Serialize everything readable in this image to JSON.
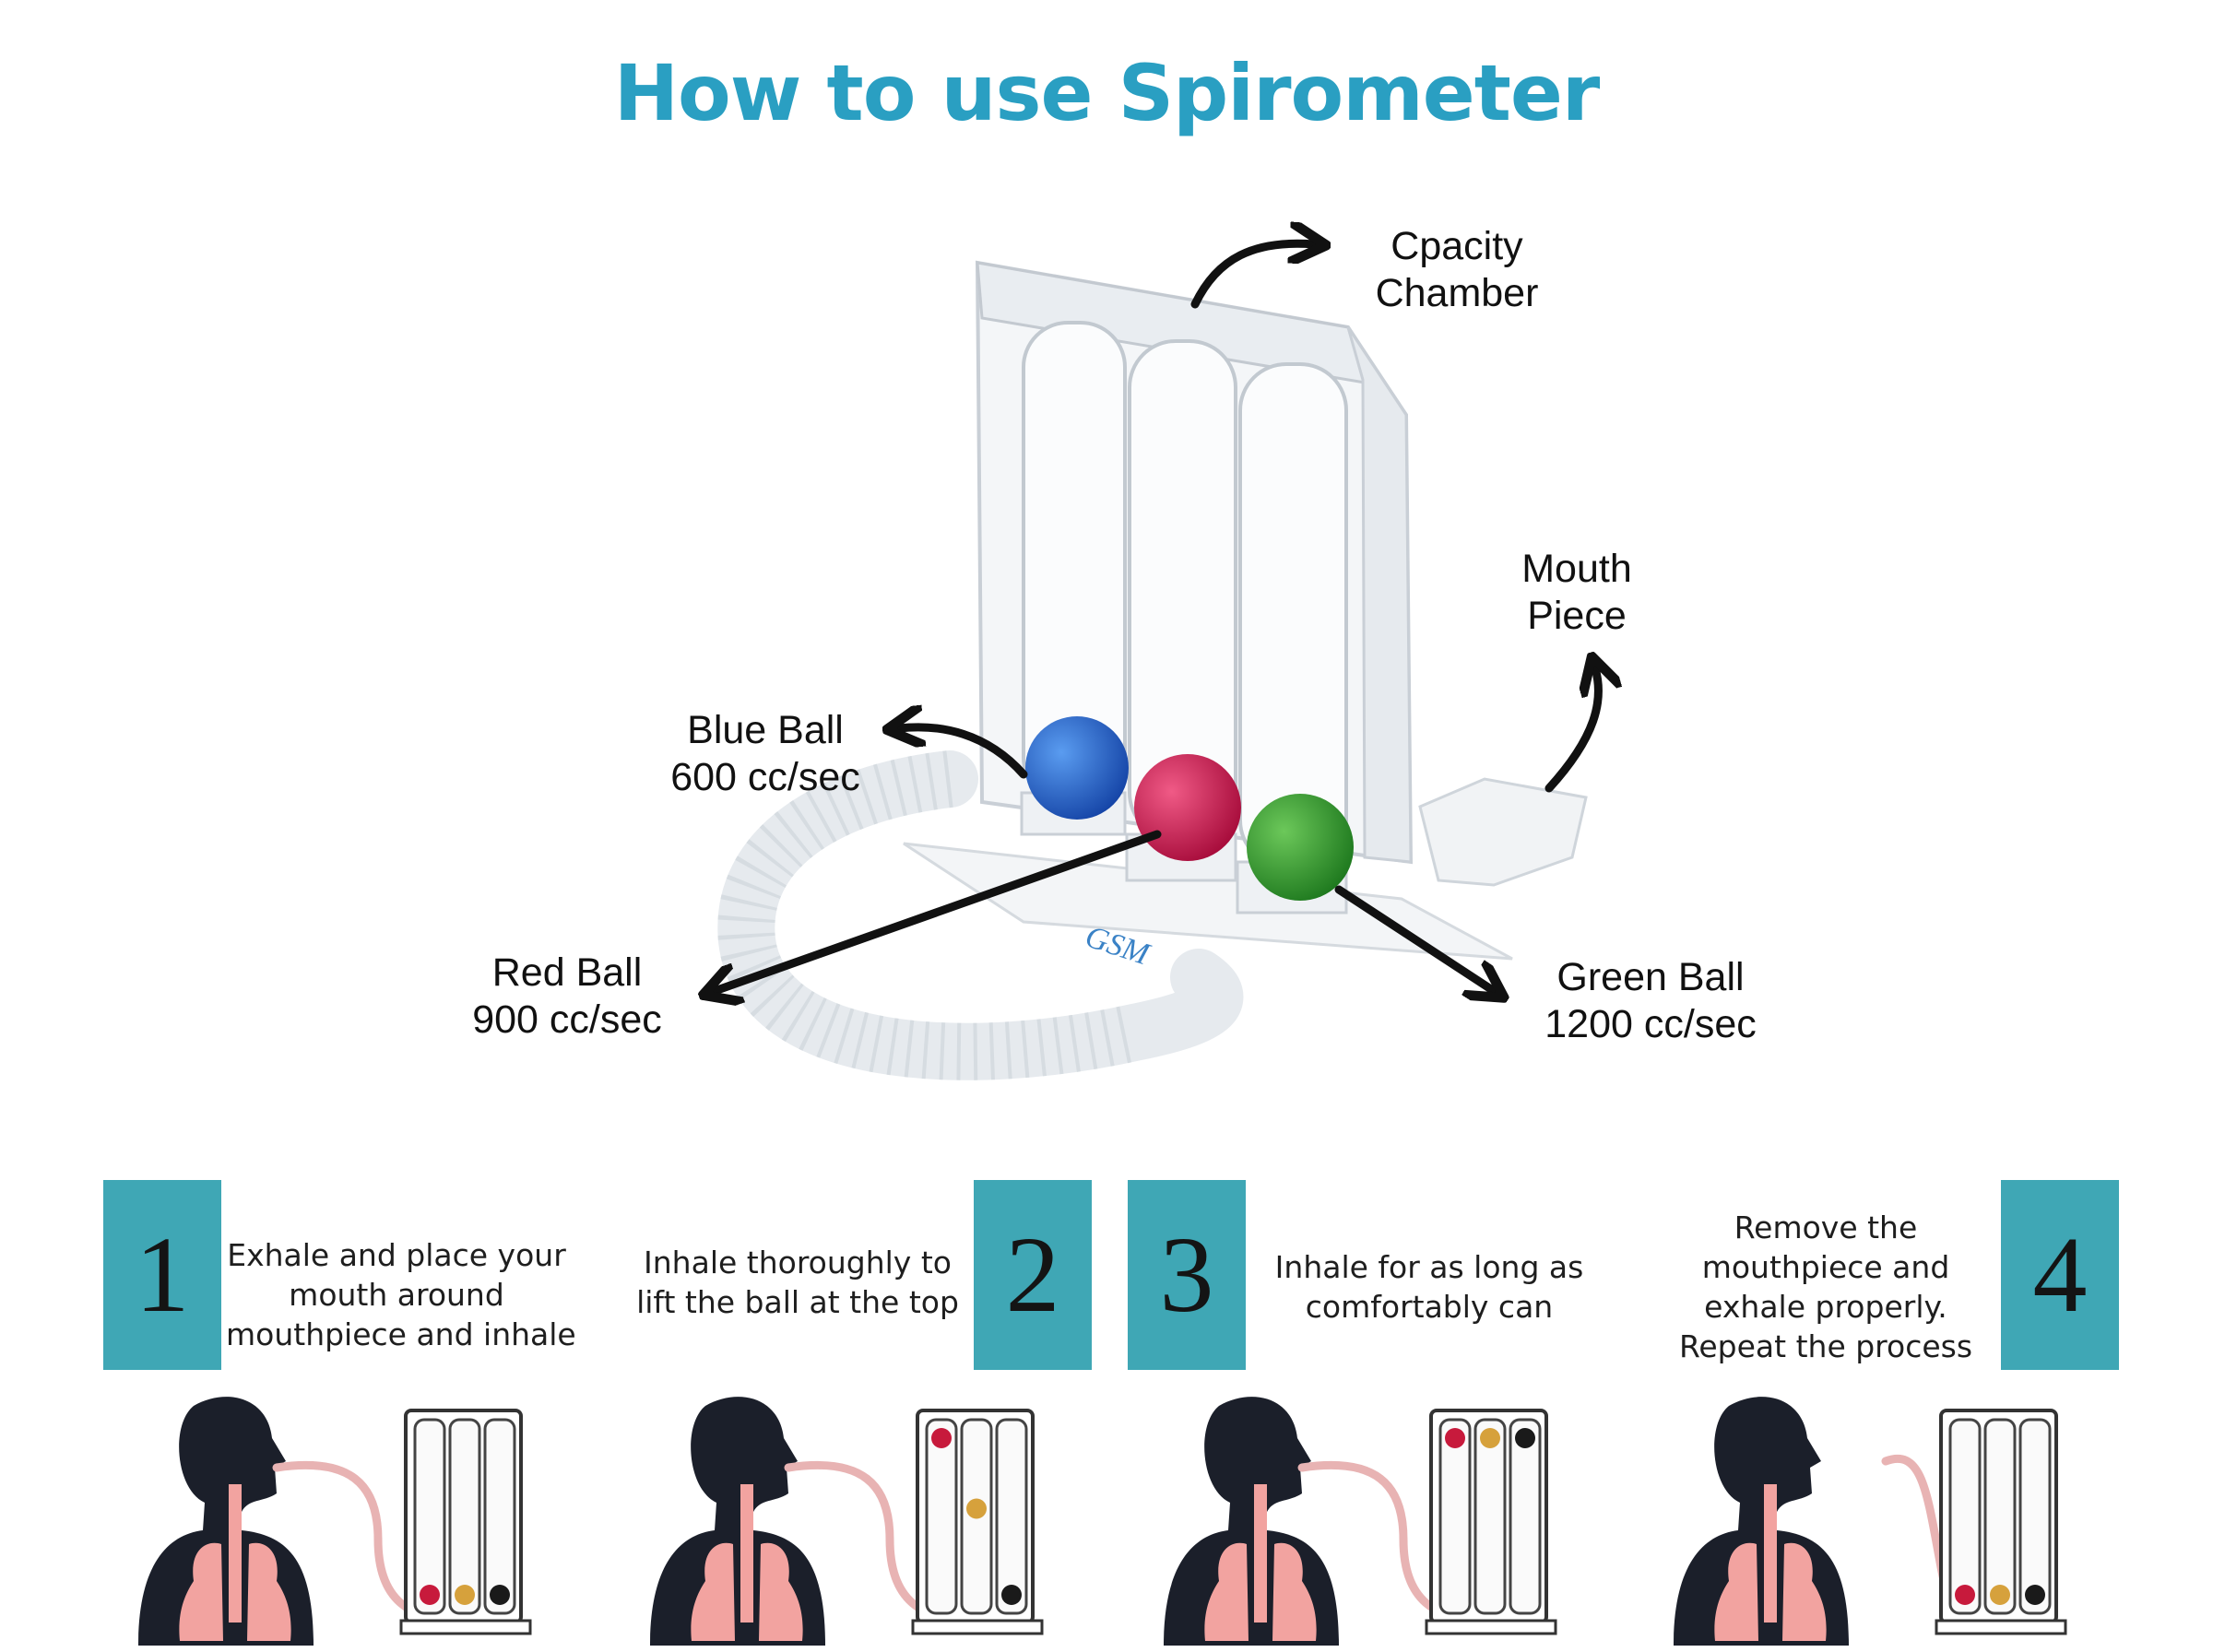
{
  "title": "How to use Spirometer",
  "brand": "GSM",
  "labels": {
    "capacity_chamber": [
      "Cpacity",
      "Chamber"
    ],
    "mouth_piece": [
      "Mouth",
      "Piece"
    ],
    "blue_ball": [
      "Blue Ball",
      "600 cc/sec"
    ],
    "red_ball": [
      "Red Ball",
      "900 cc/sec"
    ],
    "green_ball": [
      "Green Ball",
      "1200 cc/sec"
    ]
  },
  "steps": [
    {
      "number": "1",
      "lines": [
        "Exhale and place your",
        "mouth around",
        "mouthpiece and inhale"
      ]
    },
    {
      "number": "2",
      "lines": [
        "Inhale thoroughly to",
        "lift the ball at the top"
      ]
    },
    {
      "number": "3",
      "lines": [
        "Inhale for as long as",
        "comfortably can"
      ]
    },
    {
      "number": "4",
      "lines": [
        "Remove the",
        "mouthpiece and",
        "exhale properly.",
        "Repeat the process"
      ]
    }
  ],
  "colors": {
    "title": "#2a9fc2",
    "badge": "#3fa7b5",
    "blue_ball": "#1f5fc8",
    "red_ball": "#d0154f",
    "green_ball": "#2f9a2e"
  }
}
